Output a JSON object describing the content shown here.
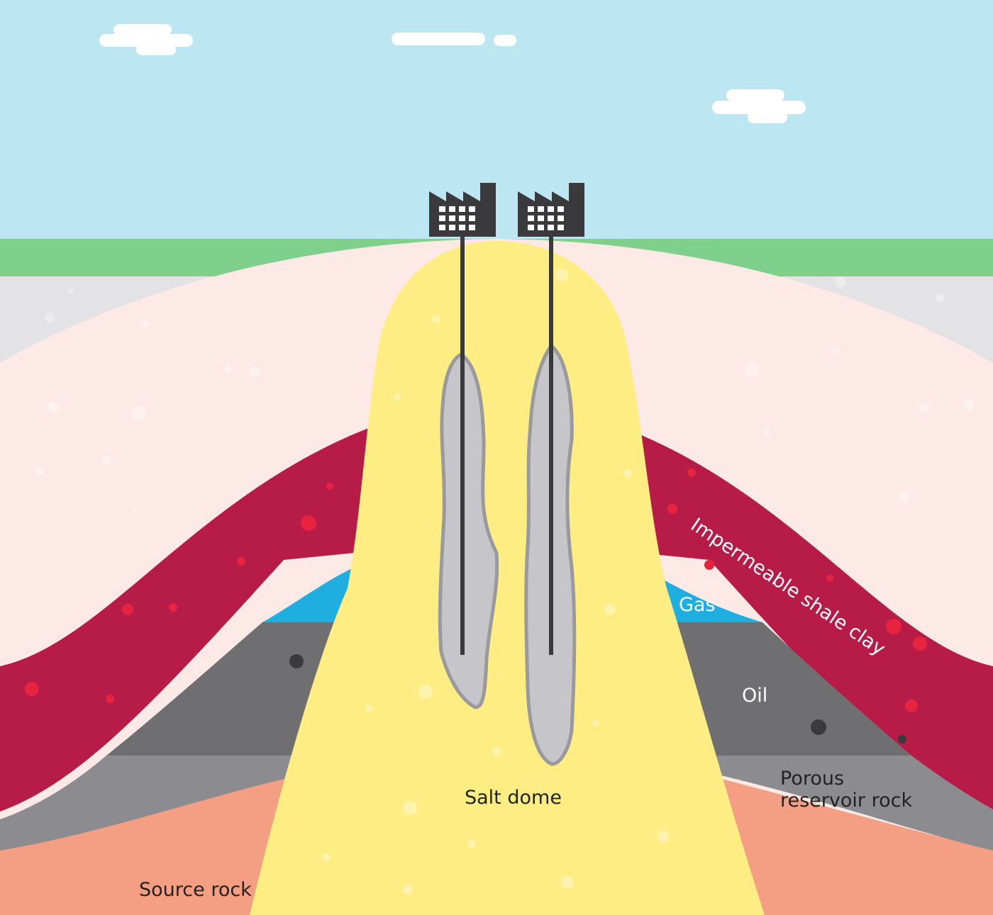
{
  "labels": {
    "shale": "Impermeable shale clay",
    "gas": "Gas",
    "oil": "Oil",
    "reservoir_line1": "Porous",
    "reservoir_line2": "reservoir rock",
    "salt": "Salt dome",
    "source": "Source rock"
  },
  "colors": {
    "sky": "#bde6f3",
    "cloud": "#ffffff",
    "grass": "#7fd08c",
    "upper_ground": "#e3e3e5",
    "sediment": "#fdeae7",
    "shale": "#b71b47",
    "gas": "#1faee0",
    "oil": "#6f6f71",
    "reservoir": "#8c8c90",
    "source": "#f49f83",
    "salt": "#fded83",
    "cavern": "#c6c6ca",
    "cavern_edge": "#9a9a9e",
    "factory": "#3a3a3c",
    "label_dark": "#222222",
    "label_light": "#ffffff"
  },
  "icons": {
    "clouds": "cloud-icon",
    "facilities": "factory-icon"
  }
}
